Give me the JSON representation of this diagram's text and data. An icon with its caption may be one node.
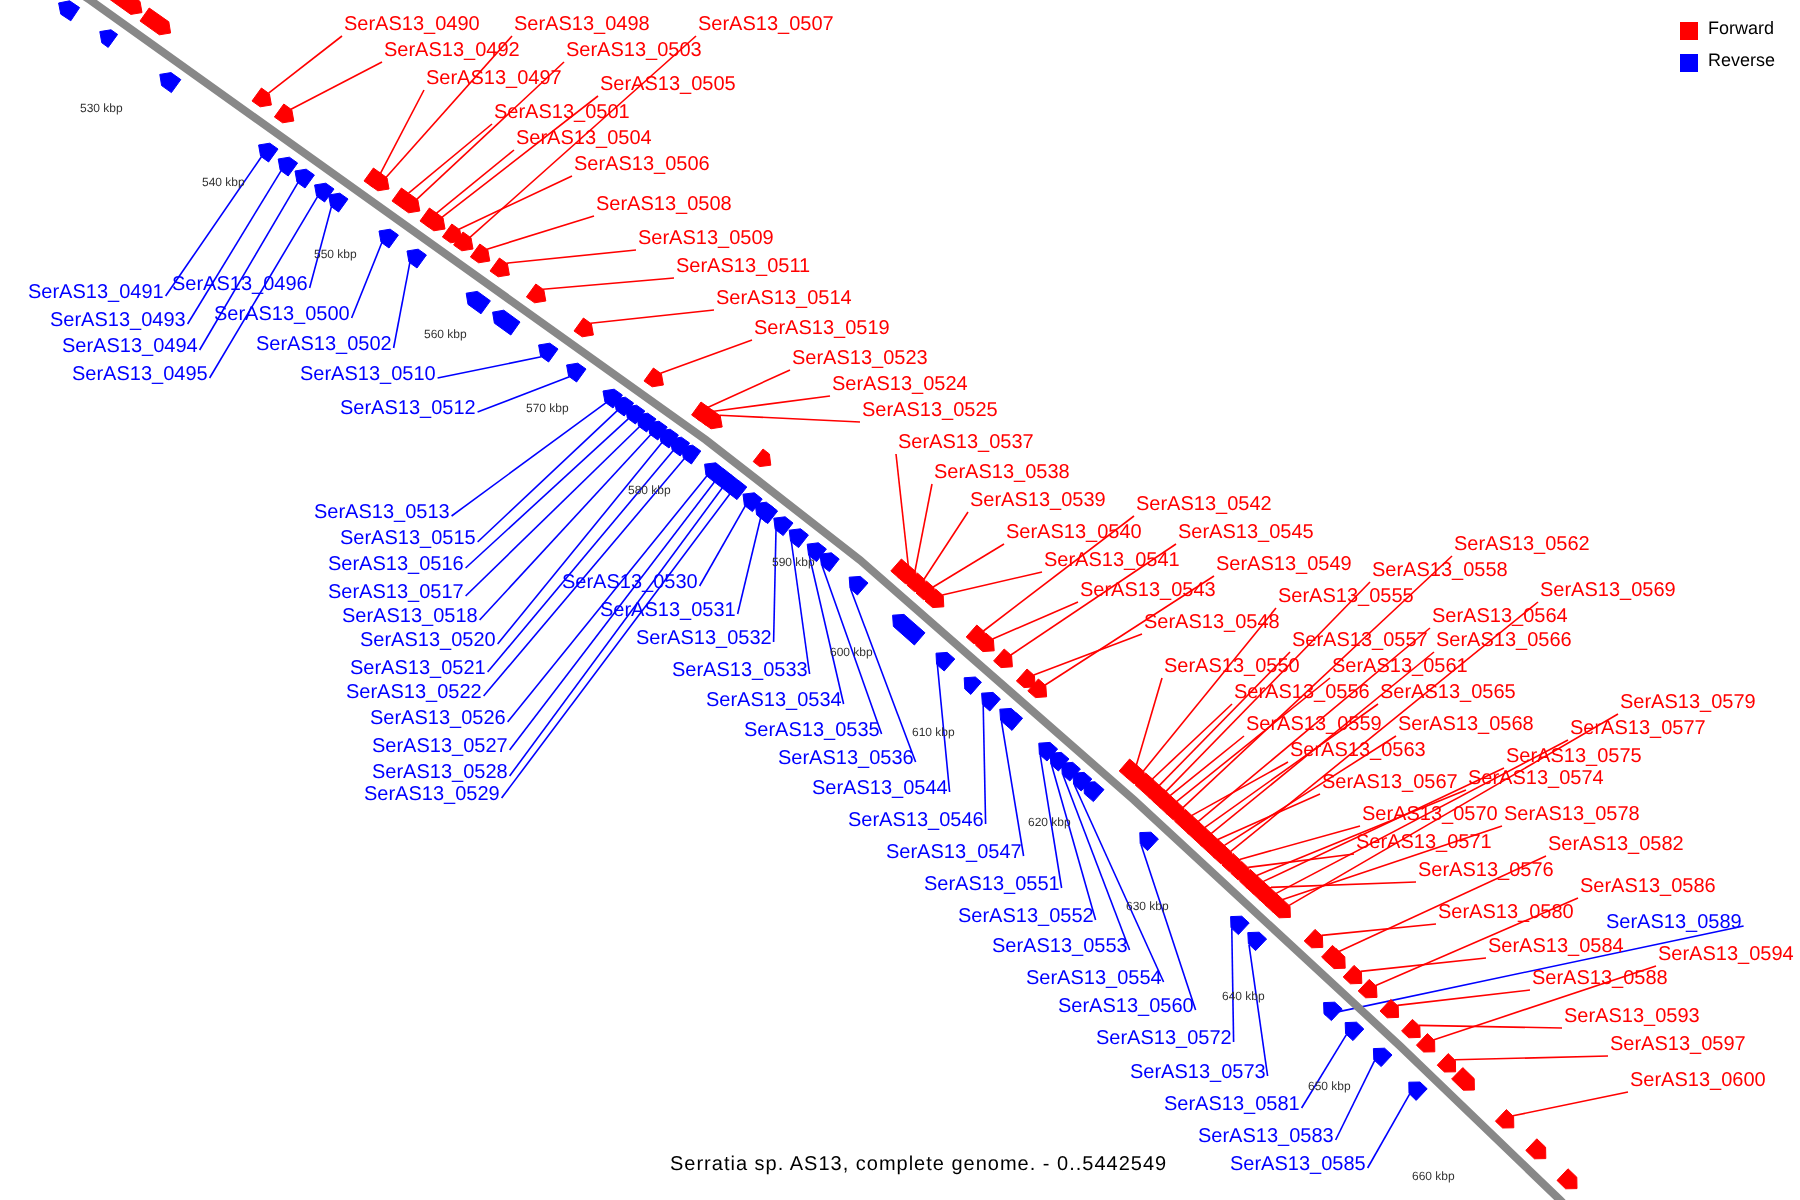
{
  "diagram": {
    "caption": "Serratia sp. AS13, complete genome. - 0..5442549",
    "nodes": [
      {
        "text": [
          "SerAS13_0490"
        ]
      },
      {
        "text": [
          "SerAS13_0498"
        ]
      },
      {
        "text": [
          "SerAS13_0507"
        ]
      },
      {
        "text": [
          "SerAS13_0492"
        ]
      },
      {
        "text": [
          "SerAS13_0503"
        ]
      },
      {
        "text": [
          "SerAS13_0497"
        ]
      },
      {
        "text": [
          "SerAS13_0505"
        ]
      },
      {
        "text": [
          "SerAS13_0501"
        ]
      },
      {
        "text": [
          "SerAS13_0504"
        ]
      },
      {
        "text": [
          "SerAS13_0506"
        ]
      },
      {
        "text": [
          "SerAS13_0508"
        ]
      },
      {
        "text": [
          "SerAS13_0509"
        ]
      },
      {
        "text": [
          "SerAS13_0511"
        ]
      },
      {
        "text": [
          "SerAS13_0514"
        ]
      },
      {
        "text": [
          "SerAS13_0519"
        ]
      },
      {
        "text": [
          "SerAS13_0523"
        ]
      },
      {
        "text": [
          "SerAS13_0524"
        ]
      },
      {
        "text": [
          "SerAS13_0525"
        ]
      },
      {
        "text": [
          "SerAS13_0537"
        ]
      },
      {
        "text": [
          "SerAS13_0538"
        ]
      },
      {
        "text": [
          "SerAS13_0539"
        ]
      },
      {
        "text": [
          "SerAS13_0540"
        ]
      },
      {
        "text": [
          "SerAS13_0541"
        ]
      },
      {
        "text": [
          "SerAS13_0542"
        ]
      },
      {
        "text": [
          "SerAS13_0545"
        ]
      },
      {
        "text": [
          "SerAS13_0543"
        ]
      },
      {
        "text": [
          "SerAS13_0549"
        ]
      },
      {
        "text": [
          "SerAS13_0548"
        ]
      },
      {
        "text": [
          "SerAS13_0555"
        ]
      },
      {
        "text": [
          "SerAS13_0550"
        ]
      },
      {
        "text": [
          "SerAS13_0557"
        ]
      },
      {
        "text": [
          "SerAS13_0558"
        ]
      },
      {
        "text": [
          "SerAS13_0562"
        ]
      },
      {
        "text": [
          "SerAS13_0564"
        ]
      },
      {
        "text": [
          "SerAS13_0566"
        ]
      },
      {
        "text": [
          "SerAS13_0569"
        ]
      },
      {
        "text": [
          "SerAS13_0561"
        ]
      },
      {
        "text": [
          "SerAS13_0556"
        ]
      },
      {
        "text": [
          "SerAS13_0565"
        ]
      },
      {
        "text": [
          "SerAS13_0559"
        ]
      },
      {
        "text": [
          "SerAS13_0568"
        ]
      },
      {
        "text": [
          "SerAS13_0563"
        ]
      },
      {
        "text": [
          "SerAS13_0579"
        ]
      },
      {
        "text": [
          "SerAS13_0577"
        ]
      },
      {
        "text": [
          "SerAS13_0575"
        ]
      },
      {
        "text": [
          "SerAS13_0567"
        ]
      },
      {
        "text": [
          "SerAS13_0574"
        ]
      },
      {
        "text": [
          "SerAS13_0570"
        ]
      },
      {
        "text": [
          "SerAS13_0578"
        ]
      },
      {
        "text": [
          "SerAS13_0571"
        ]
      },
      {
        "text": [
          "SerAS13_0582"
        ]
      },
      {
        "text": [
          "SerAS13_0576"
        ]
      },
      {
        "text": [
          "SerAS13_0586"
        ]
      },
      {
        "text": [
          "SerAS13_0580"
        ]
      },
      {
        "text": [
          "SerAS13_0584"
        ]
      },
      {
        "text": [
          "SerAS13_0594"
        ]
      },
      {
        "text": [
          "SerAS13_0588"
        ]
      },
      {
        "text": [
          "SerAS13_0593"
        ]
      },
      {
        "text": [
          "SerAS13_0597"
        ]
      },
      {
        "text": [
          "SerAS13_0600"
        ]
      },
      {
        "text": [
          "SerAS13_0491"
        ]
      },
      {
        "text": [
          "SerAS13_0496"
        ]
      },
      {
        "text": [
          "SerAS13_0493"
        ]
      },
      {
        "text": [
          "SerAS13_0500"
        ]
      },
      {
        "text": [
          "SerAS13_0494"
        ]
      },
      {
        "text": [
          "SerAS13_0502"
        ]
      },
      {
        "text": [
          "SerAS13_0495"
        ]
      },
      {
        "text": [
          "SerAS13_0510"
        ]
      },
      {
        "text": [
          "SerAS13_0512"
        ]
      },
      {
        "text": [
          "SerAS13_0513"
        ]
      },
      {
        "text": [
          "SerAS13_0515"
        ]
      },
      {
        "text": [
          "SerAS13_0516"
        ]
      },
      {
        "text": [
          "SerAS13_0517"
        ]
      },
      {
        "text": [
          "SerAS13_0518"
        ]
      },
      {
        "text": [
          "SerAS13_0520"
        ]
      },
      {
        "text": [
          "SerAS13_0521"
        ]
      },
      {
        "text": [
          "SerAS13_0522"
        ]
      },
      {
        "text": [
          "SerAS13_0526"
        ]
      },
      {
        "text": [
          "SerAS13_0527"
        ]
      },
      {
        "text": [
          "SerAS13_0528"
        ]
      },
      {
        "text": [
          "SerAS13_0529"
        ]
      },
      {
        "text": [
          "SerAS13_0530"
        ]
      },
      {
        "text": [
          "SerAS13_0531"
        ]
      },
      {
        "text": [
          "SerAS13_0532"
        ]
      },
      {
        "text": [
          "SerAS13_0533"
        ]
      },
      {
        "text": [
          "SerAS13_0534"
        ]
      },
      {
        "text": [
          "SerAS13_0535"
        ]
      },
      {
        "text": [
          "SerAS13_0536"
        ]
      },
      {
        "text": [
          "SerAS13_0544"
        ]
      },
      {
        "text": [
          "SerAS13_0546"
        ]
      },
      {
        "text": [
          "SerAS13_0547"
        ]
      },
      {
        "text": [
          "SerAS13_0551"
        ]
      },
      {
        "text": [
          "SerAS13_0552"
        ]
      },
      {
        "text": [
          "SerAS13_0553"
        ]
      },
      {
        "text": [
          "SerAS13_0554"
        ]
      },
      {
        "text": [
          "SerAS13_0560"
        ]
      },
      {
        "text": [
          "SerAS13_0572"
        ]
      },
      {
        "text": [
          "SerAS13_0573"
        ]
      },
      {
        "text": [
          "SerAS13_0581"
        ]
      },
      {
        "text": [
          "SerAS13_0583"
        ]
      },
      {
        "text": [
          "SerAS13_0585"
        ]
      },
      {
        "text": [
          "SerAS13_0589"
        ]
      },
      {
        "text": [],
        "shape": "arrow"
      },
      {
        "text": [],
        "shape": "arrow"
      },
      {
        "text": [],
        "shape": "arrow"
      },
      {
        "text": [],
        "shape": "arrow"
      },
      {
        "text": [],
        "shape": "arrow"
      },
      {
        "text": [],
        "shape": "arrow"
      },
      {
        "text": [],
        "shape": "arrow"
      },
      {
        "text": [],
        "shape": "arrow"
      },
      {
        "text": [],
        "shape": "arrow"
      },
      {
        "text": [],
        "shape": "arrow"
      },
      {
        "text": [],
        "shape": "arrow"
      },
      {
        "text": [],
        "shape": "arrow"
      },
      {
        "text": [],
        "shape": "arrow"
      },
      {
        "text": [],
        "shape": "arrow"
      },
      {
        "text": [],
        "shape": "arrow"
      },
      {
        "text": [],
        "shape": "arrow"
      },
      {
        "text": [],
        "shape": "arrow"
      },
      {
        "text": [],
        "shape": "arrow"
      },
      {
        "text": [],
        "shape": "arrow"
      },
      {
        "text": [],
        "shape": "arrow"
      },
      {
        "text": [],
        "shape": "arrow"
      },
      {
        "text": [],
        "shape": "arrow"
      },
      {
        "text": [],
        "shape": "arrow"
      },
      {
        "text": [],
        "shape": "arrow"
      },
      {
        "text": [],
        "shape": "arrow"
      },
      {
        "text": [],
        "shape": "arrow"
      },
      {
        "text": [],
        "shape": "arrow"
      },
      {
        "text": [],
        "shape": "arrow"
      },
      {
        "text": [],
        "shape": "arrow"
      },
      {
        "text": [],
        "shape": "arrow"
      },
      {
        "text": [],
        "shape": "arrow"
      },
      {
        "text": [],
        "shape": "arrow"
      },
      {
        "text": [],
        "shape": "arrow"
      },
      {
        "text": [],
        "shape": "arrow"
      },
      {
        "text": [],
        "shape": "arrow"
      },
      {
        "text": [],
        "shape": "arrow"
      },
      {
        "text": [],
        "shape": "arrow"
      },
      {
        "text": [],
        "shape": "arrow"
      },
      {
        "text": [],
        "shape": "arrow"
      },
      {
        "text": [],
        "shape": "arrow"
      },
      {
        "text": [],
        "shape": "arrow"
      },
      {
        "text": [],
        "shape": "arrow"
      },
      {
        "text": [],
        "shape": "arrow"
      },
      {
        "text": [],
        "shape": "arrow"
      },
      {
        "text": [],
        "shape": "arrow"
      },
      {
        "text": [],
        "shape": "arrow"
      },
      {
        "text": [],
        "shape": "arrow"
      },
      {
        "text": [],
        "shape": "arrow"
      },
      {
        "text": [],
        "shape": "arrow"
      },
      {
        "text": [],
        "shape": "arrow"
      },
      {
        "text": [],
        "shape": "arrow"
      },
      {
        "text": [],
        "shape": "arrow"
      },
      {
        "text": [],
        "shape": "arrow"
      },
      {
        "text": [],
        "shape": "arrow"
      },
      {
        "text": [],
        "shape": "arrow"
      },
      {
        "text": [],
        "shape": "arrow"
      },
      {
        "text": [],
        "shape": "arrow"
      },
      {
        "text": [],
        "shape": "arrow"
      },
      {
        "text": [],
        "shape": "arrow"
      },
      {
        "text": [],
        "shape": "arrow"
      },
      {
        "text": [],
        "shape": "arrow"
      },
      {
        "text": [],
        "shape": "arrow"
      },
      {
        "text": [],
        "shape": "arrow"
      },
      {
        "text": [],
        "shape": "arrow"
      },
      {
        "text": [],
        "shape": "arrow"
      },
      {
        "text": [],
        "shape": "arrow"
      },
      {
        "text": [],
        "shape": "arrow"
      },
      {
        "text": [],
        "shape": "arrow"
      },
      {
        "text": [],
        "shape": "arrow"
      },
      {
        "text": [],
        "shape": "arrow"
      },
      {
        "text": [],
        "shape": "arrow"
      },
      {
        "text": [],
        "shape": "arrow"
      },
      {
        "text": [],
        "shape": "arrow"
      },
      {
        "text": [],
        "shape": "arrow"
      },
      {
        "text": [],
        "shape": "arrow"
      },
      {
        "text": [],
        "shape": "arrow"
      },
      {
        "text": [],
        "shape": "arrow"
      },
      {
        "text": [],
        "shape": "arrow"
      },
      {
        "text": [],
        "shape": "arrow"
      },
      {
        "text": [],
        "shape": "arrow"
      },
      {
        "text": [],
        "shape": "arrow"
      },
      {
        "text": [],
        "shape": "arrow"
      },
      {
        "text": [],
        "shape": "arrow"
      },
      {
        "text": [],
        "shape": "arrow"
      },
      {
        "text": [],
        "shape": "arrow"
      },
      {
        "text": [],
        "shape": "arrow"
      },
      {
        "text": [],
        "shape": "arrow"
      },
      {
        "text": [],
        "shape": "arrow"
      },
      {
        "text": [],
        "shape": "arrow"
      },
      {
        "text": [],
        "shape": "arrow"
      },
      {
        "text": [],
        "shape": "arrow"
      },
      {
        "text": [],
        "shape": "arrow"
      },
      {
        "text": [],
        "shape": "arrow"
      },
      {
        "text": [],
        "shape": "arrow"
      },
      {
        "text": [],
        "shape": "arrow"
      },
      {
        "text": [],
        "shape": "arrow"
      },
      {
        "text": [],
        "shape": "arrow"
      },
      {
        "text": [],
        "shape": "arrow"
      },
      {
        "text": [],
        "shape": "arrow"
      },
      {
        "text": [],
        "shape": "arrow"
      },
      {
        "text": [],
        "shape": "arrow"
      },
      {
        "text": [],
        "shape": "arrow"
      },
      {
        "text": [],
        "shape": "arrow"
      },
      {
        "text": [],
        "shape": "arrow"
      },
      {
        "text": [],
        "shape": "arrow"
      },
      {
        "text": [],
        "shape": "arrow"
      },
      {
        "text": [],
        "shape": "arrow"
      },
      {
        "text": [],
        "shape": "arrow"
      },
      {
        "text": [],
        "shape": "arrow"
      },
      {
        "text": [],
        "shape": "arrow"
      },
      {
        "text": [],
        "shape": "arrow"
      },
      {
        "text": [],
        "shape": "arrow"
      },
      {
        "text": [],
        "shape": "arrow"
      },
      {
        "text": [],
        "shape": "arrow"
      },
      {
        "text": [],
        "shape": "arrow"
      },
      {
        "text": [],
        "shape": "arrow"
      },
      {
        "text": [],
        "shape": "arrow"
      },
      {
        "text": [],
        "shape": "arrow"
      },
      {
        "text": [],
        "shape": "arrow"
      }
    ],
    "edges": [
      {
        "from": 0,
        "to": 102,
        "arrow": "none"
      },
      {
        "from": 1,
        "to": 103,
        "arrow": "none"
      },
      {
        "from": 2,
        "to": 104,
        "arrow": "none"
      },
      {
        "from": 3,
        "to": 105,
        "arrow": "none"
      },
      {
        "from": 4,
        "to": 106,
        "arrow": "none"
      },
      {
        "from": 5,
        "to": 107,
        "arrow": "none"
      },
      {
        "from": 6,
        "to": 108,
        "arrow": "none"
      },
      {
        "from": 7,
        "to": 109,
        "arrow": "none"
      },
      {
        "from": 8,
        "to": 110,
        "arrow": "none"
      },
      {
        "from": 9,
        "to": 111,
        "arrow": "none"
      },
      {
        "from": 10,
        "to": 112,
        "arrow": "none"
      },
      {
        "from": 11,
        "to": 113,
        "arrow": "none"
      },
      {
        "from": 12,
        "to": 114,
        "arrow": "none"
      },
      {
        "from": 13,
        "to": 115,
        "arrow": "none"
      },
      {
        "from": 14,
        "to": 116,
        "arrow": "none"
      },
      {
        "from": 15,
        "to": 117,
        "arrow": "none"
      },
      {
        "from": 16,
        "to": 118,
        "arrow": "none"
      },
      {
        "from": 17,
        "to": 119,
        "arrow": "none"
      },
      {
        "from": 18,
        "to": 120,
        "arrow": "none"
      },
      {
        "from": 19,
        "to": 121,
        "arrow": "none"
      },
      {
        "from": 20,
        "to": 122,
        "arrow": "none"
      },
      {
        "from": 21,
        "to": 123,
        "arrow": "none"
      },
      {
        "from": 22,
        "to": 124,
        "arrow": "none"
      },
      {
        "from": 23,
        "to": 125,
        "arrow": "none"
      },
      {
        "from": 24,
        "to": 126,
        "arrow": "none"
      },
      {
        "from": 25,
        "to": 127,
        "arrow": "none"
      },
      {
        "from": 26,
        "to": 128,
        "arrow": "none"
      },
      {
        "from": 27,
        "to": 129,
        "arrow": "none"
      },
      {
        "from": 28,
        "to": 130,
        "arrow": "none"
      },
      {
        "from": 29,
        "to": 131,
        "arrow": "none"
      },
      {
        "from": 30,
        "to": 132,
        "arrow": "none"
      },
      {
        "from": 31,
        "to": 133,
        "arrow": "none"
      },
      {
        "from": 32,
        "to": 134,
        "arrow": "none"
      },
      {
        "from": 33,
        "to": 135,
        "arrow": "none"
      },
      {
        "from": 34,
        "to": 136,
        "arrow": "none"
      },
      {
        "from": 35,
        "to": 137,
        "arrow": "none"
      },
      {
        "from": 36,
        "to": 138,
        "arrow": "none"
      },
      {
        "from": 37,
        "to": 139,
        "arrow": "none"
      },
      {
        "from": 38,
        "to": 140,
        "arrow": "none"
      },
      {
        "from": 39,
        "to": 141,
        "arrow": "none"
      },
      {
        "from": 40,
        "to": 142,
        "arrow": "none"
      },
      {
        "from": 41,
        "to": 143,
        "arrow": "none"
      },
      {
        "from": 42,
        "to": 144,
        "arrow": "none"
      },
      {
        "from": 43,
        "to": 145,
        "arrow": "none"
      },
      {
        "from": 44,
        "to": 146,
        "arrow": "none"
      },
      {
        "from": 45,
        "to": 147,
        "arrow": "none"
      },
      {
        "from": 46,
        "to": 148,
        "arrow": "none"
      },
      {
        "from": 47,
        "to": 149,
        "arrow": "none"
      },
      {
        "from": 48,
        "to": 150,
        "arrow": "none"
      },
      {
        "from": 49,
        "to": 151,
        "arrow": "none"
      },
      {
        "from": 50,
        "to": 152,
        "arrow": "none"
      },
      {
        "from": 51,
        "to": 153,
        "arrow": "none"
      },
      {
        "from": 52,
        "to": 154,
        "arrow": "none"
      },
      {
        "from": 53,
        "to": 155,
        "arrow": "none"
      },
      {
        "from": 54,
        "to": 156,
        "arrow": "none"
      },
      {
        "from": 55,
        "to": 157,
        "arrow": "none"
      },
      {
        "from": 56,
        "to": 158,
        "arrow": "none"
      },
      {
        "from": 57,
        "to": 159,
        "arrow": "none"
      },
      {
        "from": 58,
        "to": 160,
        "arrow": "none"
      },
      {
        "from": 59,
        "to": 161,
        "arrow": "none"
      },
      {
        "from": 60,
        "to": 162,
        "arrow": "none",
        "color": "#0000ff"
      },
      {
        "from": 61,
        "to": 163,
        "arrow": "none",
        "color": "#0000ff"
      },
      {
        "from": 62,
        "to": 164,
        "arrow": "none",
        "color": "#0000ff"
      },
      {
        "from": 63,
        "to": 165,
        "arrow": "none",
        "color": "#0000ff"
      },
      {
        "from": 64,
        "to": 166,
        "arrow": "none",
        "color": "#0000ff"
      },
      {
        "from": 65,
        "to": 167,
        "arrow": "none",
        "color": "#0000ff"
      },
      {
        "from": 66,
        "to": 168,
        "arrow": "none",
        "color": "#0000ff"
      },
      {
        "from": 67,
        "to": 169,
        "arrow": "none",
        "color": "#0000ff"
      },
      {
        "from": 68,
        "to": 170,
        "arrow": "none",
        "color": "#0000ff"
      },
      {
        "from": 69,
        "to": 171,
        "arrow": "none",
        "color": "#0000ff"
      },
      {
        "from": 70,
        "to": 172,
        "arrow": "none",
        "color": "#0000ff"
      },
      {
        "from": 71,
        "to": 173,
        "arrow": "none",
        "color": "#0000ff"
      },
      {
        "from": 72,
        "to": 174,
        "arrow": "none",
        "color": "#0000ff"
      },
      {
        "from": 73,
        "to": 175,
        "arrow": "none",
        "color": "#0000ff"
      },
      {
        "from": 74,
        "to": 176,
        "arrow": "none",
        "color": "#0000ff"
      },
      {
        "from": 75,
        "to": 177,
        "arrow": "none",
        "color": "#0000ff"
      },
      {
        "from": 76,
        "to": 178,
        "arrow": "none",
        "color": "#0000ff"
      },
      {
        "from": 77,
        "to": 179,
        "arrow": "none",
        "color": "#0000ff"
      },
      {
        "from": 78,
        "to": 180,
        "arrow": "none",
        "color": "#0000ff"
      },
      {
        "from": 79,
        "to": 181,
        "arrow": "none",
        "color": "#0000ff"
      },
      {
        "from": 80,
        "to": 182,
        "arrow": "none",
        "color": "#0000ff"
      },
      {
        "from": 81,
        "to": 183,
        "arrow": "none",
        "color": "#0000ff"
      },
      {
        "from": 82,
        "to": 184,
        "arrow": "none",
        "color": "#0000ff"
      },
      {
        "from": 83,
        "to": 185,
        "arrow": "none",
        "color": "#0000ff"
      },
      {
        "from": 84,
        "to": 186,
        "arrow": "none",
        "color": "#0000ff"
      },
      {
        "from": 85,
        "to": 187,
        "arrow": "none",
        "color": "#0000ff"
      },
      {
        "from": 86,
        "to": 188,
        "arrow": "none",
        "color": "#0000ff"
      },
      {
        "from": 87,
        "to": 189,
        "arrow": "none",
        "color": "#0000ff"
      },
      {
        "from": 88,
        "to": 190,
        "arrow": "none",
        "color": "#0000ff"
      },
      {
        "from": 89,
        "to": 191,
        "arrow": "none",
        "color": "#0000ff"
      },
      {
        "from": 90,
        "to": 192,
        "arrow": "none",
        "color": "#0000ff"
      },
      {
        "from": 91,
        "to": 193,
        "arrow": "none",
        "color": "#0000ff"
      },
      {
        "from": 92,
        "to": 194,
        "arrow": "none",
        "color": "#0000ff"
      },
      {
        "from": 93,
        "to": 195,
        "arrow": "none",
        "color": "#0000ff"
      },
      {
        "from": 94,
        "to": 196,
        "arrow": "none",
        "color": "#0000ff"
      },
      {
        "from": 95,
        "to": 197,
        "arrow": "none",
        "color": "#0000ff"
      },
      {
        "from": 96,
        "to": 198,
        "arrow": "none",
        "color": "#0000ff"
      },
      {
        "from": 97,
        "to": 199,
        "arrow": "none",
        "color": "#0000ff"
      },
      {
        "from": 98,
        "to": 200,
        "arrow": "none",
        "color": "#0000ff"
      },
      {
        "from": 99,
        "to": 201,
        "arrow": "none",
        "color": "#0000ff"
      },
      {
        "from": 100,
        "to": 202,
        "arrow": "none",
        "color": "#0000ff"
      },
      {
        "from": 101,
        "to": 203,
        "arrow": "none",
        "color": "#0000ff"
      }
    ],
    "labels": [
      "530 kbp",
      "540 kbp",
      "550 kbp",
      "560 kbp",
      "570 kbp",
      "580 kbp",
      "590 kbp",
      "600 kbp",
      "610 kbp",
      "620 kbp",
      "630 kbp",
      "640 kbp",
      "650 kbp",
      "660 kbp"
    ],
    "legend": [
      {
        "text": "Forward",
        "color": "#ff0000"
      },
      {
        "text": "Reverse",
        "color": "#0000ff"
      }
    ]
  }
}
